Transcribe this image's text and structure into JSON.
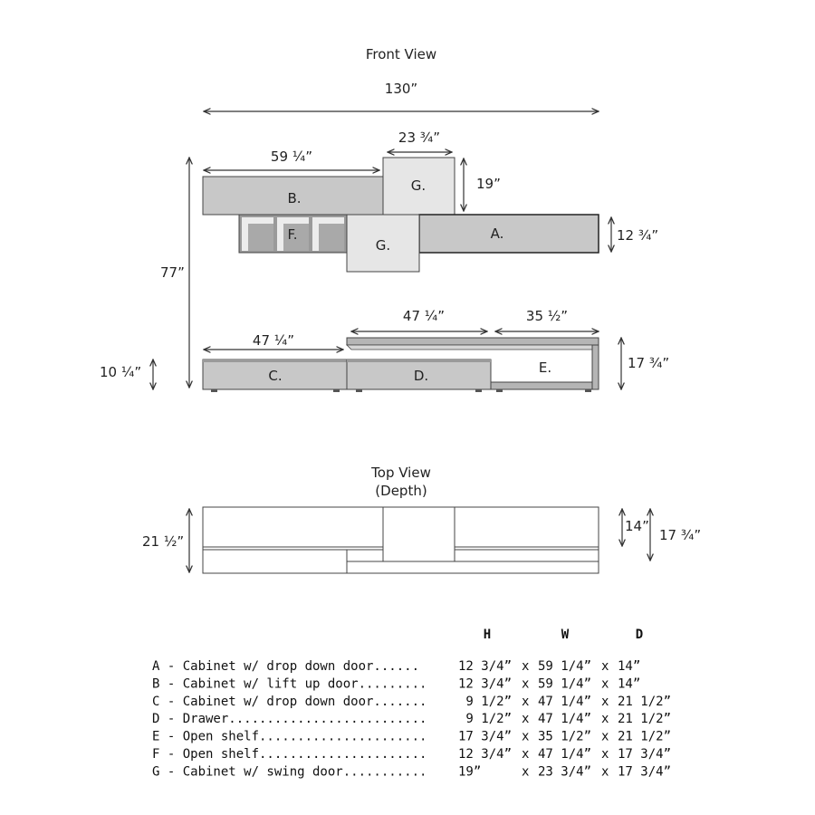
{
  "front_view": {
    "title": "Front View",
    "dims": {
      "total_width": "130”",
      "g_width": "23 ¾”",
      "b_width": "59 ¼”",
      "g_height": "19”",
      "a_height": "12 ¾”",
      "total_height": "77”",
      "d_width": "47 ¼”",
      "e_width": "35 ½”",
      "c_width": "47 ¼”",
      "c_height": "10 ¼”",
      "e_height": "17 ¾”"
    },
    "labels": {
      "a": "A.",
      "b": "B.",
      "c": "C.",
      "d": "D.",
      "e": "E.",
      "f": "F.",
      "g_top": "G.",
      "g_bottom": "G."
    }
  },
  "top_view": {
    "title": "Top View",
    "subtitle": "(Depth)",
    "dims": {
      "total_depth": "21 ½”",
      "upper_depth": "14”",
      "shelf_depth": "17 ¾”"
    }
  },
  "colors": {
    "panel_gray": "#c8c8c8",
    "light_gray": "#e6e6e6",
    "frame_dark": "#9a9a9a",
    "inner_gray": "#a9a9a9",
    "stroke": "#444444"
  },
  "spec_table": {
    "headers": [
      "H",
      "W",
      "D"
    ],
    "rows": [
      {
        "label": "A - Cabinet w/ drop down door......",
        "h": "12 3/4”",
        "w": "59 1/4”",
        "d": "14”"
      },
      {
        "label": "B - Cabinet w/ lift up door.........",
        "h": "12 3/4”",
        "w": "59 1/4”",
        "d": "14”"
      },
      {
        "label": "C - Cabinet w/ drop down door.......",
        "h": " 9 1/2”",
        "w": "47 1/4”",
        "d": "21 1/2”"
      },
      {
        "label": "D - Drawer..........................",
        "h": " 9 1/2”",
        "w": "47 1/4”",
        "d": "21 1/2”"
      },
      {
        "label": "E - Open shelf......................",
        "h": "17 3/4”",
        "w": "35 1/2”",
        "d": "21 1/2”"
      },
      {
        "label": "F - Open shelf......................",
        "h": "12 3/4”",
        "w": "47 1/4”",
        "d": "17 3/4”"
      },
      {
        "label": "G - Cabinet w/ swing door...........",
        "h": "19”   ",
        "w": "23 3/4”",
        "d": "17 3/4”"
      }
    ],
    "separator": "x"
  }
}
